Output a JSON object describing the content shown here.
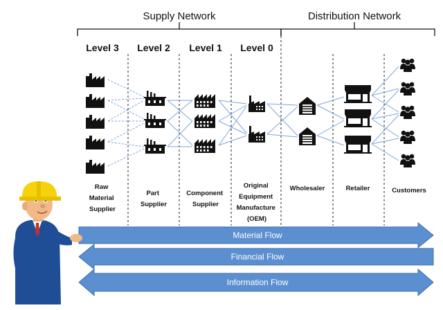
{
  "headers": {
    "supply": "Supply Network",
    "distribution": "Distribution Network"
  },
  "levels": [
    "Level 3",
    "Level 2",
    "Level 1",
    "Level 0"
  ],
  "columns": [
    {
      "lines": [
        "Raw",
        "Material",
        "Supplier"
      ]
    },
    {
      "lines": [
        "Part",
        "Supplier"
      ]
    },
    {
      "lines": [
        "Component",
        "Supplier"
      ]
    },
    {
      "lines": [
        "Original",
        "Equipment",
        "Manufacture",
        "(OEM)"
      ]
    },
    {
      "lines": [
        "Wholesaler"
      ]
    },
    {
      "lines": [
        "Retailer"
      ]
    },
    {
      "lines": [
        "Customers"
      ]
    }
  ],
  "flows": {
    "material": "Material Flow",
    "financial": "Financial Flow",
    "information": "Information Flow"
  },
  "colors": {
    "arrow": "#5b8fd0",
    "arrow_border": "#3d6fae",
    "link": "#7ea6d6",
    "icon": "#111111",
    "helmet": "#f5d20a",
    "jacket": "#1f4e96"
  },
  "icons": [
    "factory-icon",
    "manufacturing-plant-icon",
    "warehouse-icon",
    "store-icon",
    "customer-group-icon",
    "worker-mascot"
  ]
}
